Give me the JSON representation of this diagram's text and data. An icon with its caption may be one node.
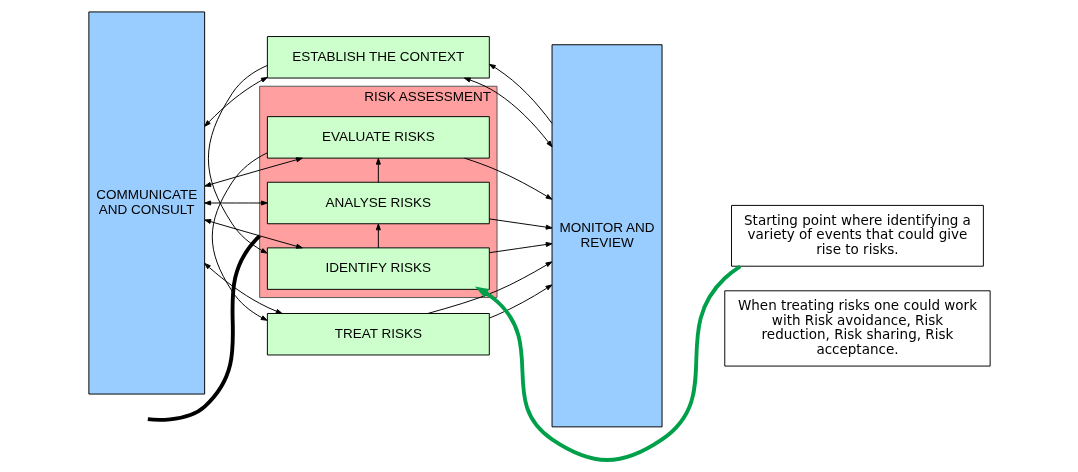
{
  "diagram": {
    "nodes": [
      {
        "text": [
          "COMMUNICATE AND CONSULT"
        ]
      },
      {
        "text": [
          "ESTABLISH THE CONTEXT"
        ]
      },
      {
        "text": [
          "RISK ASSESSMENT"
        ]
      },
      {
        "text": [
          "IDENTIFY RISKS"
        ],
        "in": 2
      },
      {
        "text": [
          "ANALYSE RISKS"
        ],
        "in": 2
      },
      {
        "text": [
          "EVALUATE RISKS"
        ],
        "in": 2
      },
      {
        "text": [
          "TREAT RISKS"
        ]
      },
      {
        "text": [
          "MONITOR AND REVIEW"
        ]
      },
      {
        "text": [
          "Starting point where identifying a variety of events that could give rise to risks."
        ]
      },
      {
        "text": [
          "When treating risks one could work with Risk avoidance, Risk reduction, Risk sharing, Risk acceptance."
        ]
      }
    ],
    "edges": [
      {
        "from": 7,
        "to": 1,
        "arrow": "to"
      },
      {
        "from": 0,
        "to": 1,
        "arrow": "both"
      },
      {
        "from": 1,
        "to": 7,
        "arrow": "both"
      },
      {
        "from": 1,
        "to": 3,
        "arrow": "to"
      },
      {
        "from": 0,
        "to": 3,
        "arrow": "both"
      },
      {
        "from": 3,
        "to": 7,
        "arrow": "to"
      },
      {
        "from": 8,
        "to": 3,
        "arrow": "to",
        "style": "thick",
        "color": "#00a04a"
      },
      {
        "from": 3,
        "to": 4,
        "arrow": "to"
      },
      {
        "from": 0,
        "to": 4,
        "arrow": "both"
      },
      {
        "from": 4,
        "to": 7,
        "arrow": "to"
      },
      {
        "from": 4,
        "to": 5,
        "arrow": "to"
      },
      {
        "from": 0,
        "to": 5,
        "arrow": "both"
      },
      {
        "from": 5,
        "to": 7,
        "arrow": "to"
      },
      {
        "from": 5,
        "to": 6,
        "arrow": "to"
      },
      {
        "from": 0,
        "to": 6,
        "arrow": "both"
      },
      {
        "from": 6,
        "to": 7,
        "arrow": "to"
      },
      {
        "from": 6,
        "to": 7,
        "arrow": "to"
      },
      {
        "from": null,
        "to": 2,
        "arrow": "none",
        "style": "thick"
      }
    ]
  }
}
